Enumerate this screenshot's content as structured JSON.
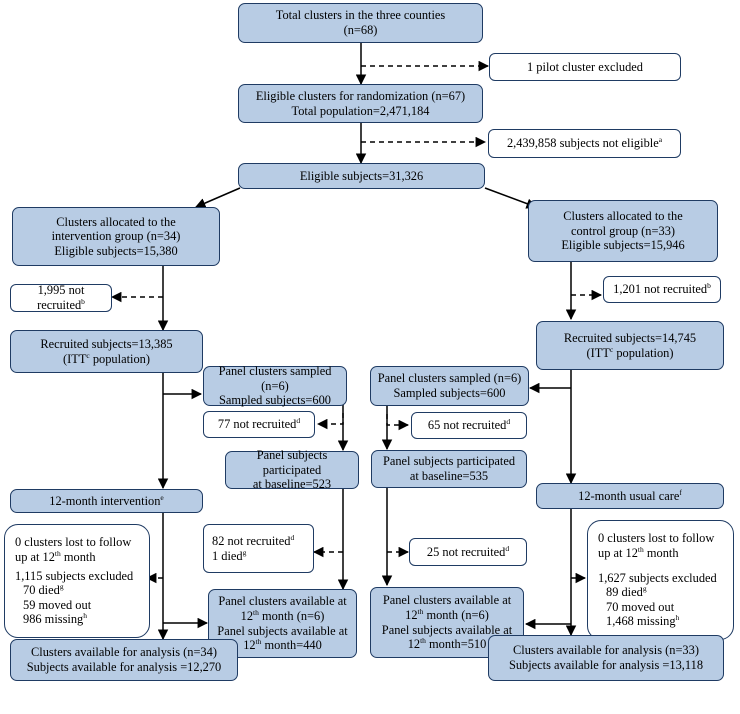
{
  "total_clusters": {
    "l1": "Total clusters in the three counties",
    "l2": "(n=68)"
  },
  "pilot_excluded": {
    "l1": "1 pilot cluster excluded"
  },
  "eligible_clusters": {
    "l1": "Eligible clusters for randomization (n=67)",
    "l2": "Total population=2,471,184"
  },
  "not_eligible": {
    "text": "2,439,858 subjects not eligible",
    "sup": "a"
  },
  "eligible_subjects": {
    "l1": "Eligible subjects=31,326"
  },
  "int_alloc": {
    "l1": "Clusters allocated to the",
    "l2": "intervention group (n=34)",
    "l3": "Eligible subjects=15,380"
  },
  "ctl_alloc": {
    "l1": "Clusters allocated to the",
    "l2": "control group (n=33)",
    "l3": "Eligible subjects=15,946"
  },
  "int_not_recruited": {
    "text": "1,995 not recruited",
    "sup": "b"
  },
  "ctl_not_recruited": {
    "text": "1,201 not recruited",
    "sup": "b"
  },
  "int_recruited": {
    "l1": "Recruited subjects=13,385",
    "l2a": "(ITT",
    "sup": "c",
    "l2b": " population)"
  },
  "ctl_recruited": {
    "l1": "Recruited subjects=14,745",
    "l2a": "(ITT",
    "sup": "c",
    "l2b": " population)"
  },
  "int_panel_sampled": {
    "l1": "Panel clusters sampled (n=6)",
    "l2": "Sampled subjects=600"
  },
  "ctl_panel_sampled": {
    "l1": "Panel clusters sampled (n=6)",
    "l2": "Sampled subjects=600"
  },
  "int_panel_not_recruited": {
    "text": "77 not recruited",
    "sup": "d"
  },
  "ctl_panel_not_recruited": {
    "text": "65 not recruited",
    "sup": "d"
  },
  "int_panel_baseline": {
    "l1": "Panel subjects participated",
    "l2": "at baseline=523"
  },
  "ctl_panel_baseline": {
    "l1": "Panel subjects participated",
    "l2": "at baseline=535"
  },
  "int_12month": {
    "text": "12-month intervention",
    "sup": "e"
  },
  "ctl_12month": {
    "text": "12-month usual care",
    "sup": "f"
  },
  "int_panel_loss": {
    "l1": "82 not recruited",
    "sup1": "d",
    "l2": "1 died",
    "sup2": "g"
  },
  "ctl_panel_loss": {
    "text": "25 not recruited",
    "sup": "d"
  },
  "int_loss": {
    "l1": "0 clusters lost to follow",
    "l2a": "up at 12",
    "l2sup": "th",
    "l2b": " month",
    "l3": "1,115 subjects excluded",
    "l4": "70 died",
    "l4sup": "g",
    "l5": "59 moved out",
    "l6": "986 missing",
    "l6sup": "h"
  },
  "ctl_loss": {
    "l1": "0 clusters lost to follow",
    "l2a": "up at 12",
    "l2sup": "th",
    "l2b": " month",
    "l3": "1,627 subjects excluded",
    "l4": "89 died",
    "l4sup": "g",
    "l5": "70 moved out",
    "l6": "1,468 missing",
    "l6sup": "h"
  },
  "int_panel_12": {
    "l1": "Panel clusters available at",
    "l2a": "12",
    "l2sup": "th",
    "l2b": " month (n=6)",
    "l3": "Panel subjects available at",
    "l4a": "12",
    "l4sup": "th",
    "l4b": " month=440"
  },
  "ctl_panel_12": {
    "l1": "Panel clusters available at",
    "l2a": "12",
    "l2sup": "th",
    "l2b": " month (n=6)",
    "l3": "Panel subjects available at",
    "l4a": "12",
    "l4sup": "th",
    "l4b": " month=510"
  },
  "int_analysis": {
    "l1": "Clusters available for analysis (n=34)",
    "l2": "Subjects available for analysis =12,270"
  },
  "ctl_analysis": {
    "l1": "Clusters available for analysis (n=33)",
    "l2": "Subjects available for analysis =13,118"
  }
}
